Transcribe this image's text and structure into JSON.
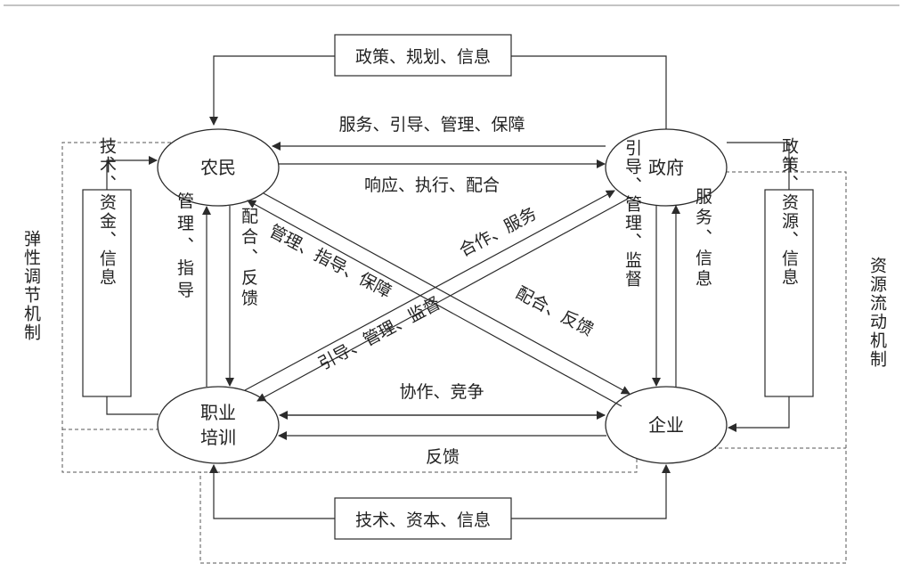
{
  "nodes": {
    "farmer": "农民",
    "government": "政府",
    "training_line1": "职业",
    "training_line2": "培训",
    "enterprise": "企业"
  },
  "boxes": {
    "top": "政策、规划、信息",
    "bottom": "技术、资本、信息",
    "left": "技术、资金、信息",
    "right": "政策、资源、信息"
  },
  "labels": {
    "gov_to_farmer": "服务、引导、管理、保障",
    "farmer_to_gov": "响应、执行、配合",
    "training_to_farmer": "管理、指导",
    "farmer_to_training": "配合、反馈",
    "gov_to_enterprise": "引导、管理、监督",
    "enterprise_to_gov": "服务、信息",
    "farmer_enterprise_down": "管理、指导、保障",
    "enterprise_farmer_up": "配合、反馈",
    "training_gov_up": "合作、服务",
    "gov_training_down": "引导、管理、监督",
    "training_enterprise": "协作、竞争",
    "enterprise_to_training": "反馈"
  },
  "mechanisms": {
    "left": "弹性调节机制",
    "right": "资源流动机制"
  },
  "colors": {
    "line": "#2b2b2b",
    "dash": "#555555",
    "background": "#ffffff"
  }
}
